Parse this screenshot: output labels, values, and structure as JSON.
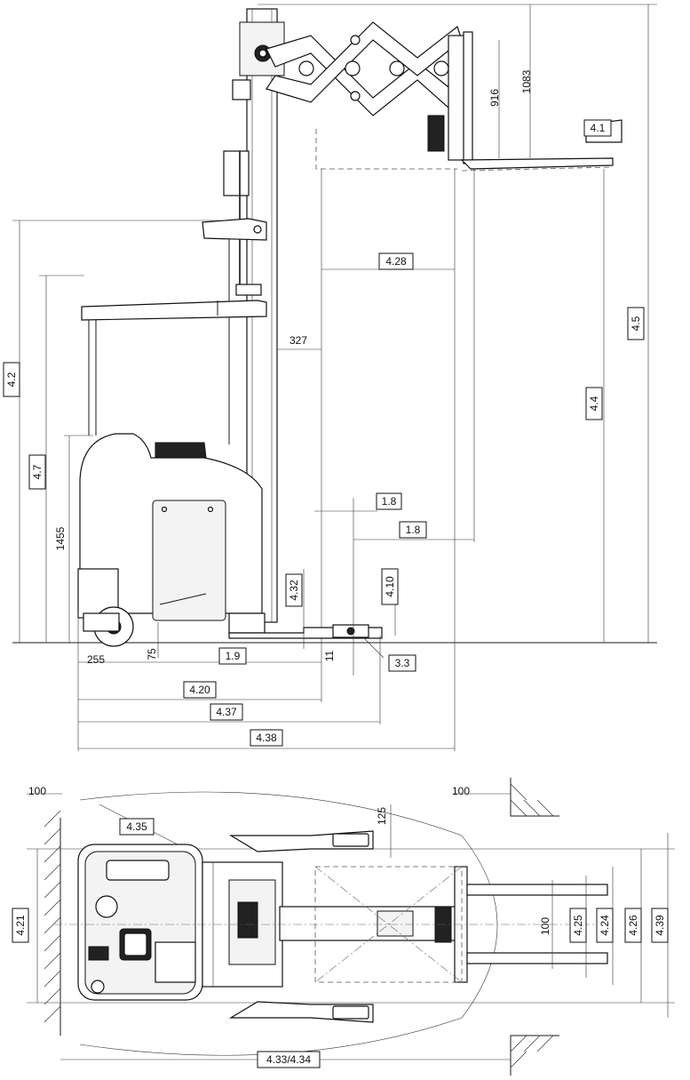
{
  "side_view": {
    "labels": {
      "d_4_1": "4.1",
      "d_1083": "1083",
      "d_916": "916",
      "d_4_5": "4.5",
      "d_4_4": "4.4",
      "d_4_28": "4.28",
      "d_327": "327",
      "d_4_2": "4.2",
      "d_4_7": "4.7",
      "d_1455": "1455",
      "d_1_8_upper": "1.8",
      "d_1_8_lower": "1.8",
      "d_4_32": "4.32",
      "d_4_10": "4.10",
      "d_3_3": "3.3",
      "d_255": "255",
      "d_75": "75",
      "d_1_9": "1.9",
      "d_11": "11",
      "d_4_20": "4.20",
      "d_4_37": "4.37",
      "d_4_38": "4.38"
    }
  },
  "top_view": {
    "labels": {
      "d_100_left": "100",
      "d_100_right": "100",
      "d_4_35": "4.35",
      "d_125": "125",
      "d_4_21": "4.21",
      "d_100_center": "100",
      "d_4_25": "4.25",
      "d_4_24": "4.24",
      "d_4_26": "4.26",
      "d_4_39": "4.39",
      "d_4_33": "4.33/4.34"
    }
  }
}
